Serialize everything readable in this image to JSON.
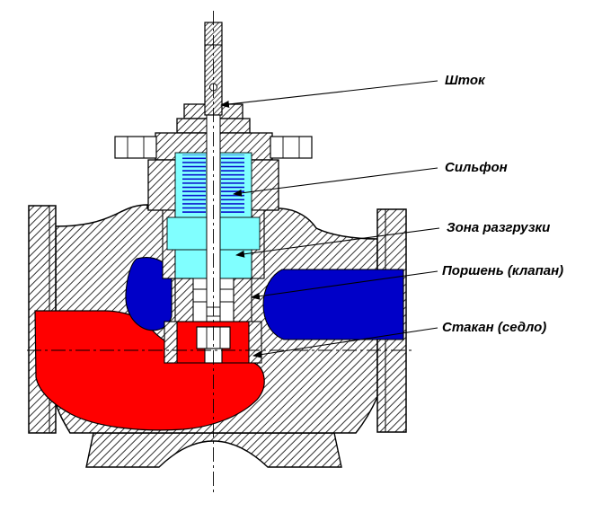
{
  "diagram": {
    "background": "#ffffff",
    "colors": {
      "inlet_flow_red": "#ff0000",
      "outlet_flow_blue": "#0000c8",
      "bellows_zone_cyan": "#80ffff",
      "coil_blue": "#0000cc",
      "outline": "#000000"
    },
    "labels": [
      {
        "id": "stem",
        "text": "Шток"
      },
      {
        "id": "bellows",
        "text": "Сильфон"
      },
      {
        "id": "unloading-zone",
        "text": "Зона разгрузки"
      },
      {
        "id": "piston-valve",
        "text": "Поршень (клапан)"
      },
      {
        "id": "cup-seat",
        "text": "Стакан (седло)"
      }
    ]
  }
}
